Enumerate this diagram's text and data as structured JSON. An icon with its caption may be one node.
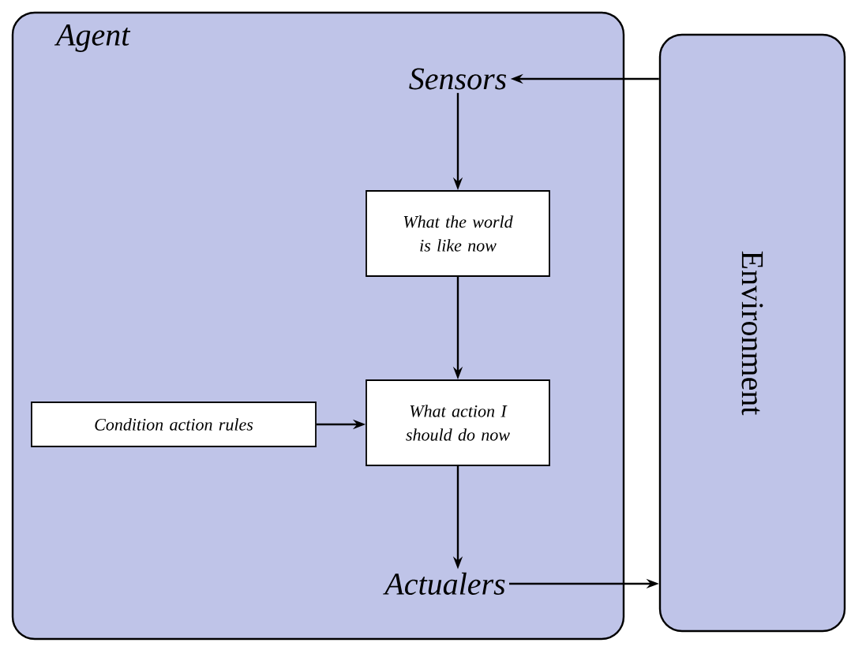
{
  "diagram": {
    "nodes": [
      {
        "text": [
          "Agent"
        ]
      },
      {
        "text": [
          "Environment"
        ]
      },
      {
        "text": [
          "Sensors"
        ],
        "in": 0
      },
      {
        "text": [
          "What the world is like now"
        ],
        "in": 0
      },
      {
        "text": [
          "What action I should do now"
        ],
        "in": 0
      },
      {
        "text": [
          "Condition action rules"
        ],
        "in": 0
      },
      {
        "text": [
          "Actualers"
        ],
        "in": 0
      }
    ],
    "edges": [
      {
        "from": 1,
        "to": 2,
        "arrow": "to"
      },
      {
        "from": 2,
        "to": 3,
        "arrow": "to"
      },
      {
        "from": 3,
        "to": 4,
        "arrow": "to"
      },
      {
        "from": 5,
        "to": 4,
        "arrow": "to"
      },
      {
        "from": 4,
        "to": 6,
        "arrow": "to"
      },
      {
        "from": 6,
        "to": 1,
        "arrow": "to"
      }
    ]
  }
}
